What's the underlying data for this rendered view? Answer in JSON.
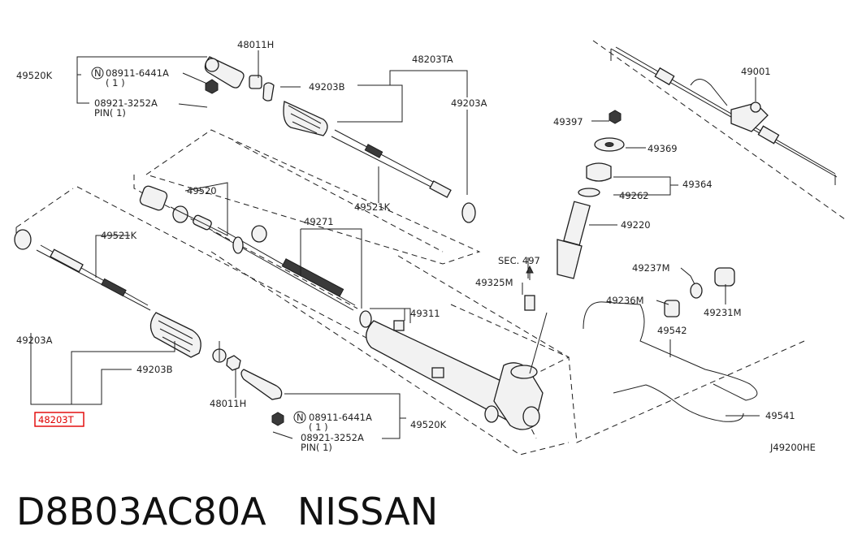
{
  "callouts": {
    "c_49520K_top": "49520K",
    "c_08911_top": "08911-6441A",
    "c_qty_top": "( 1 )",
    "c_08921_top": "08921-3252A",
    "c_pin_top": "PIN( 1)",
    "c_48011H_top": "48011H",
    "c_49203B_top": "49203B",
    "c_48203TA": "48203TA",
    "c_49203A_right": "49203A",
    "c_49521K_top": "49521K",
    "c_49520": "49520",
    "c_49271": "49271",
    "c_49521K_left": "49521K",
    "c_49203A_left": "49203A",
    "c_49203B_bottom": "49203B",
    "c_48203T": "48203T",
    "c_48011H_bottom": "48011H",
    "c_08911_bottom": "08911-6441A",
    "c_qty_bottom": "( 1 )",
    "c_49520K_bottom": "49520K",
    "c_08921_bottom": "08921-3252A",
    "c_pin_bottom": "PIN( 1)",
    "c_49311": "49311",
    "c_49325M": "49325M",
    "c_sec497": "SEC. 497",
    "c_49397": "49397",
    "c_49369": "49369",
    "c_49364": "49364",
    "c_49262": "49262",
    "c_49220": "49220",
    "c_49001": "49001",
    "c_49237M": "49237M",
    "c_49231M": "49231M",
    "c_49236M": "49236M",
    "c_49542": "49542",
    "c_49541": "49541",
    "c_ref": "J49200HE"
  },
  "caption": {
    "part_number": "D8B03AC80A",
    "brand": "NISSAN"
  },
  "highlight_color": "#e00000",
  "n_symbol": "N"
}
